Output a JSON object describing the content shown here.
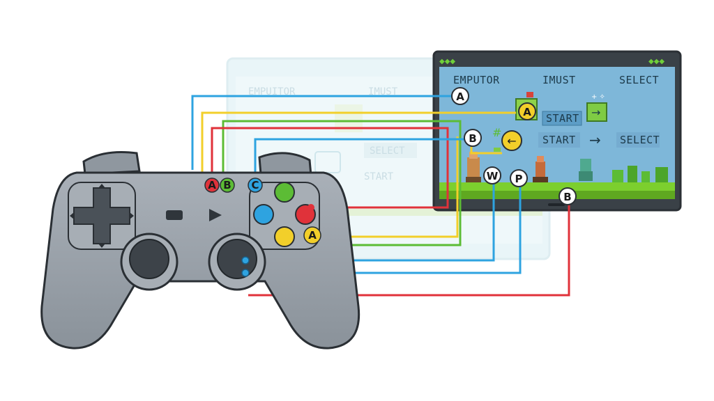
{
  "screen": {
    "labels": [
      "EMPUTOR",
      "IMUST",
      "SELECT"
    ],
    "menu": {
      "start_1": "START",
      "start_2": "START",
      "select": "SELECT"
    },
    "arrow_right": "→",
    "arrow_left": "←"
  },
  "ghost_screen": {
    "labels": [
      "EMPUITOR",
      "IMUST"
    ],
    "menu": {
      "select": "SELECT",
      "start": "START"
    }
  },
  "controller": {
    "port_labels": {
      "a": "A",
      "b": "B",
      "c": "C"
    },
    "face_button_tag": "A"
  },
  "connection_tags": {
    "a_top": "A",
    "a_screen": "A",
    "b_mid": "B",
    "w": "W",
    "p": "P",
    "b_bottom": "B"
  },
  "colors": {
    "blue": "#2ea3e0",
    "yellow": "#f2cf2a",
    "red": "#e0323a",
    "green": "#5cbc35",
    "body": "#9aa2aa",
    "screen_bg": "#7eb7d9",
    "ground": "#7ccf2e"
  }
}
